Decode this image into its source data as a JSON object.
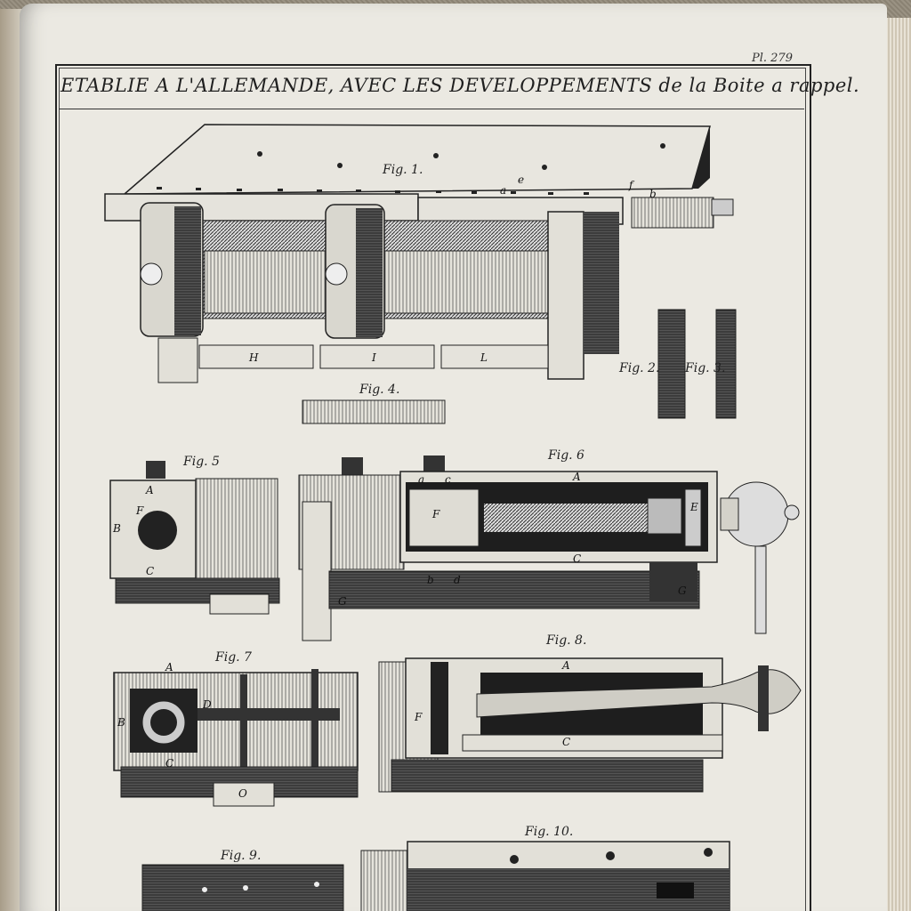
{
  "plate": {
    "number": "Pl. 279",
    "title": "ETABLIE A L'ALLEMANDE, AVEC LES DEVELOPPEMENTS de la Boite a rappel."
  },
  "figures": {
    "fig1": "Fig. 1.",
    "fig2": "Fig. 2.",
    "fig3": "Fig. 3.",
    "fig4": "Fig. 4.",
    "fig5": "Fig. 5",
    "fig6": "Fig. 6",
    "fig7": "Fig. 7",
    "fig8": "Fig. 8.",
    "fig9": "Fig. 9.",
    "fig10": "Fig. 10."
  },
  "letters": {
    "fig1": [
      "H",
      "I",
      "L",
      "a",
      "e",
      "f",
      "b"
    ],
    "fig5": [
      "A",
      "F",
      "B",
      "C"
    ],
    "fig6": [
      "a",
      "c",
      "A",
      "F",
      "E",
      "C",
      "b",
      "d",
      "G",
      "G"
    ],
    "fig7": [
      "A",
      "D",
      "B",
      "C",
      "O"
    ],
    "fig8": [
      "A",
      "F",
      "C"
    ]
  },
  "colors": {
    "paper": "#ebe9e2",
    "ink": "#1a1a1a"
  }
}
